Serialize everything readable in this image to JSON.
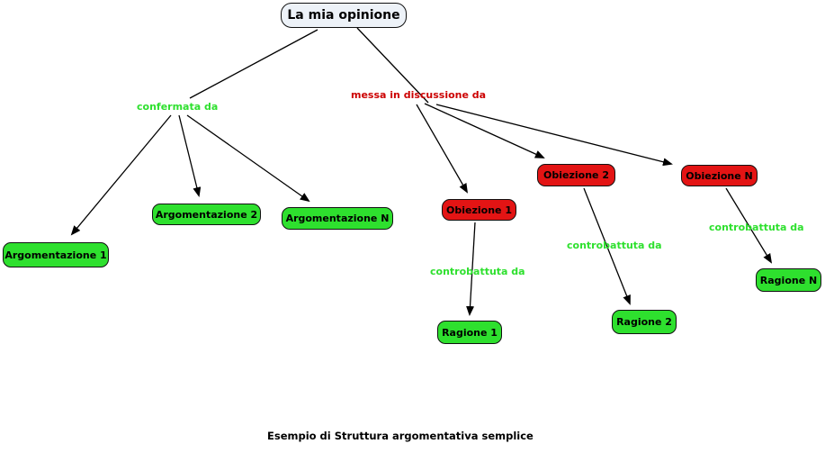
{
  "root": {
    "label": "La mia opinione"
  },
  "links": {
    "confirmed_by": {
      "label": "confermata da"
    },
    "questioned_by": {
      "label": "messa in discussione da"
    },
    "countered_by_1": {
      "label": "controbattuta da"
    },
    "countered_by_2": {
      "label": "controbattuta da"
    },
    "countered_by_n": {
      "label": "controbattuta da"
    }
  },
  "nodes": {
    "argomentazione_1": {
      "label": "Argomentazione 1",
      "type": "green"
    },
    "argomentazione_2": {
      "label": "Argomentazione 2",
      "type": "green"
    },
    "argomentazione_n": {
      "label": "Argomentazione N",
      "type": "green"
    },
    "obiezione_1": {
      "label": "Obiezione 1",
      "type": "red"
    },
    "obiezione_2": {
      "label": "Obiezione 2",
      "type": "red"
    },
    "obiezione_n": {
      "label": "Obiezione N",
      "type": "red"
    },
    "ragione_1": {
      "label": "Ragione 1",
      "type": "green"
    },
    "ragione_2": {
      "label": "Ragione 2",
      "type": "green"
    },
    "ragione_n": {
      "label": "Ragione N",
      "type": "green"
    }
  },
  "caption": "Esempio di Struttura argomentativa semplice",
  "colors": {
    "node-green": "#2ee02e",
    "node-red": "#e31414",
    "root-fill": "#edf2f8",
    "label-green": "#2ee02e",
    "label-red": "#cc0000",
    "line": "#000000",
    "border": "#111111",
    "background": "#ffffff"
  }
}
